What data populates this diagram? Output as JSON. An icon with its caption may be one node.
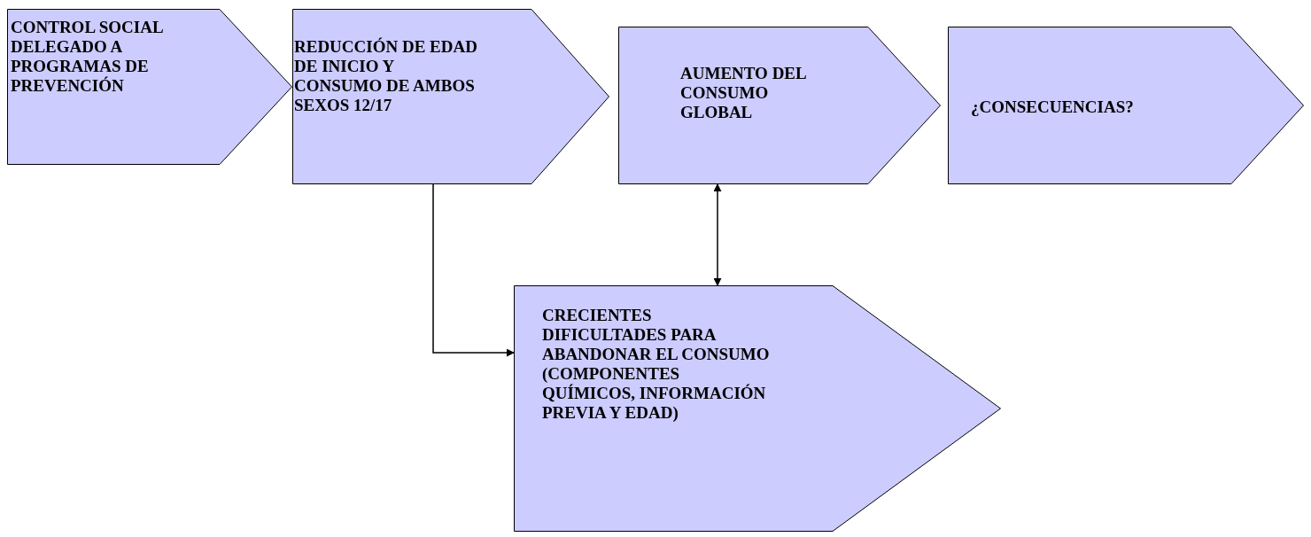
{
  "diagram": {
    "nodes": [
      {
        "text": [
          "CONTROL SOCIAL DELEGADO A PROGRAMAS DE PREVENCIÓN"
        ]
      },
      {
        "text": [
          "REDUCCIÓN DE EDAD DE INICIO Y CONSUMO DE AMBOS SEXOS 12/17"
        ]
      },
      {
        "text": [
          "AUMENTO DEL CONSUMO GLOBAL"
        ]
      },
      {
        "text": [
          "¿CONSECUENCIAS?"
        ]
      },
      {
        "text": [
          "CRECIENTES DIFICULTADES PARA ABANDONAR EL CONSUMO (COMPONENTES QUÍMICOS, INFORMACIÓN PREVIA Y EDAD)"
        ]
      }
    ],
    "edges": [
      {
        "from": 1,
        "to": 4,
        "arrow": "to"
      },
      {
        "from": 2,
        "to": 4,
        "arrow": "both"
      }
    ]
  }
}
